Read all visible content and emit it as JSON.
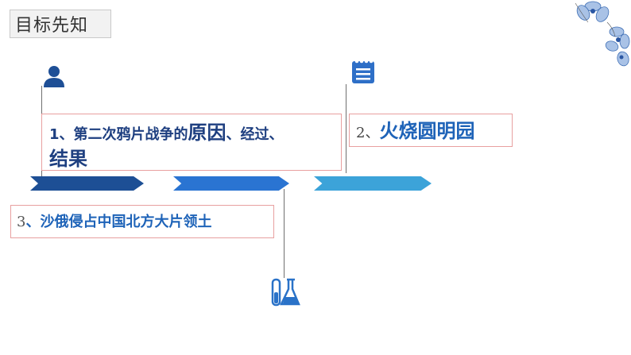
{
  "header": {
    "title": "目标先知"
  },
  "items": [
    {
      "number": "1",
      "text_before": "、第二次鸦片战争的",
      "emph1": "原因",
      "text_mid": "、经过、",
      "emph2": "结果"
    },
    {
      "number": "2",
      "sep": "、",
      "emph": "火烧圆明园"
    },
    {
      "number": "3",
      "sep": "、",
      "text": "沙俄侵占中国北方大片领土"
    }
  ],
  "icons": [
    "user-icon",
    "notepad-icon",
    "lab-flask-icon",
    "blue-flowers-decoration"
  ],
  "colors": {
    "arrow1": "#1d4f95",
    "arrow2": "#2a74d2",
    "arrow3": "#3ca3d9",
    "text": "#1e3f80",
    "border": "#e8a0a0"
  }
}
